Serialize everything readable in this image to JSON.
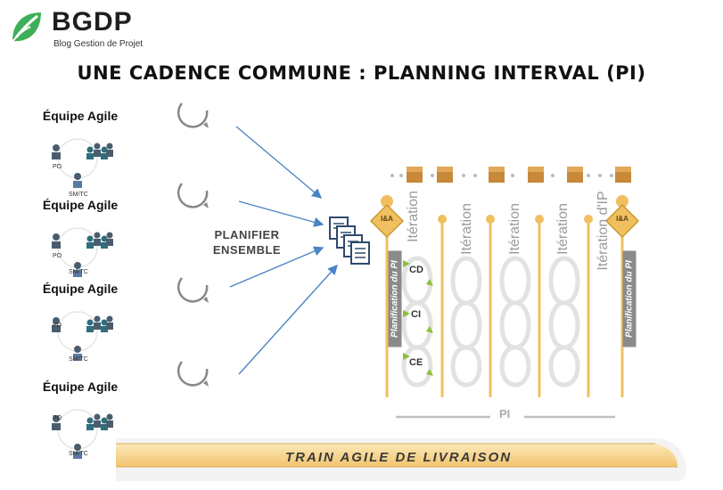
{
  "header": {
    "logo_name": "BGDP",
    "logo_tagline": "Blog Gestion de Projet",
    "title": "UNE CADENCE COMMUNE : PLANNING INTERVAL (PI)"
  },
  "teams": [
    {
      "title": "Équipe Agile",
      "po": "PO",
      "smtc": "SM/TC"
    },
    {
      "title": "Équipe Agile",
      "po": "PO",
      "smtc": "SM/TC"
    },
    {
      "title": "Équipe Agile",
      "po": "PO",
      "smtc": "SM/TC"
    },
    {
      "title": "Équipe Agile",
      "po": "PO",
      "smtc": "SM/TC"
    }
  ],
  "plan_label_line1": "PLANIFIER",
  "plan_label_line2": "ENSEMBLE",
  "timeline": {
    "planning_label": "Planification du PI",
    "iterations": [
      "Itération",
      "Itération",
      "Itération",
      "Itération"
    ],
    "ip_iteration": "Itération d'IP",
    "ia_badge": "I&A",
    "ceremonies": [
      "CD",
      "CI",
      "CE"
    ],
    "pi_label": "PI"
  },
  "train_label": "TRAIN AGILE DE LIVRAISON",
  "colors": {
    "logo_green": "#3fae5a",
    "gold": "#f0c060",
    "arrow_blue": "#4a84c4",
    "teal_person": "#2e6f7e",
    "box_brown": "#c8893a"
  }
}
